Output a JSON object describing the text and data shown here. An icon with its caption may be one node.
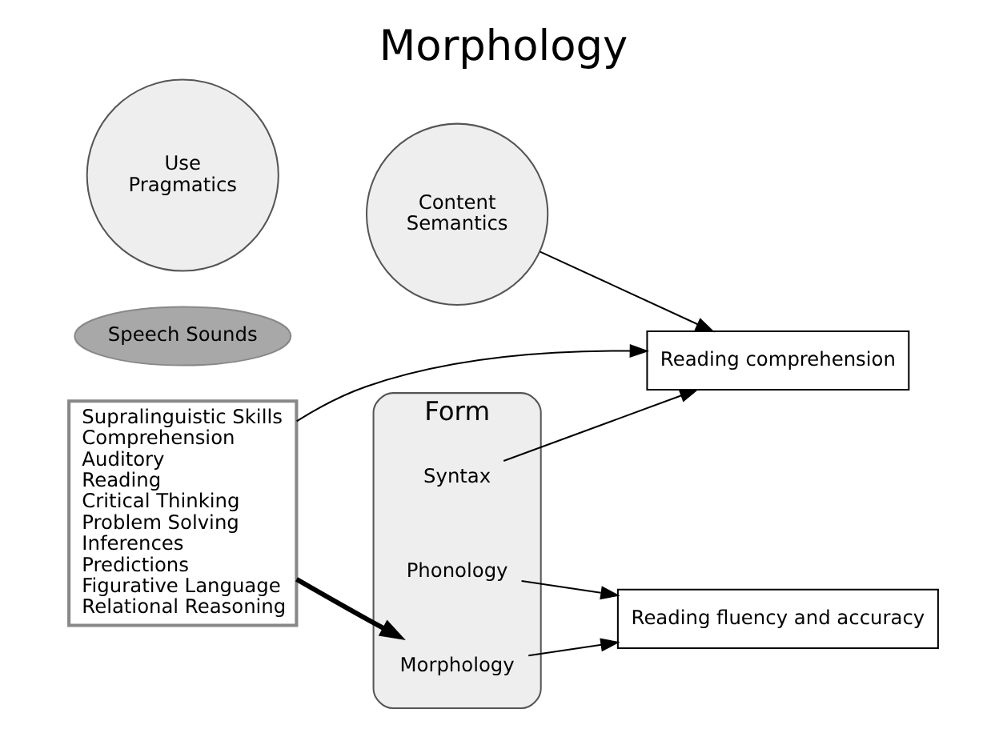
{
  "diagram": {
    "title": "Morphology",
    "nodes": [
      {
        "text": [
          "Form"
        ]
      },
      {
        "text": [
          "Phonology"
        ],
        "in": 0
      },
      {
        "text": [
          "Morphology"
        ],
        "in": 0
      },
      {
        "text": [
          "Syntax"
        ],
        "in": 0
      },
      {
        "text": [
          "Speech Sounds"
        ]
      },
      {
        "text": [
          "Reading fluency and accuracy"
        ]
      },
      {
        "text": [
          "Content",
          "Semantics"
        ]
      },
      {
        "text": [
          "Use",
          "Pragmatics"
        ]
      },
      {
        "text": [
          "Supralinguistic Skills",
          "Comprehension",
          "Auditory",
          "Reading",
          "Critical Thinking",
          "Problem Solving",
          "Inferences",
          "Predictions",
          "Figurative Language",
          "Relational Reasoning"
        ]
      },
      {
        "text": [
          "Reading comprehension"
        ]
      }
    ],
    "edges": [
      {
        "from": 1,
        "to": 5,
        "arrow": "to"
      },
      {
        "from": 2,
        "to": 5,
        "arrow": "to"
      },
      {
        "from": 8,
        "to": 2,
        "arrow": "to",
        "style": "thick"
      },
      {
        "from": 3,
        "to": 9,
        "arrow": "to"
      },
      {
        "from": 6,
        "to": 9,
        "arrow": "to"
      },
      {
        "from": 8,
        "to": 9,
        "arrow": "to"
      }
    ]
  }
}
